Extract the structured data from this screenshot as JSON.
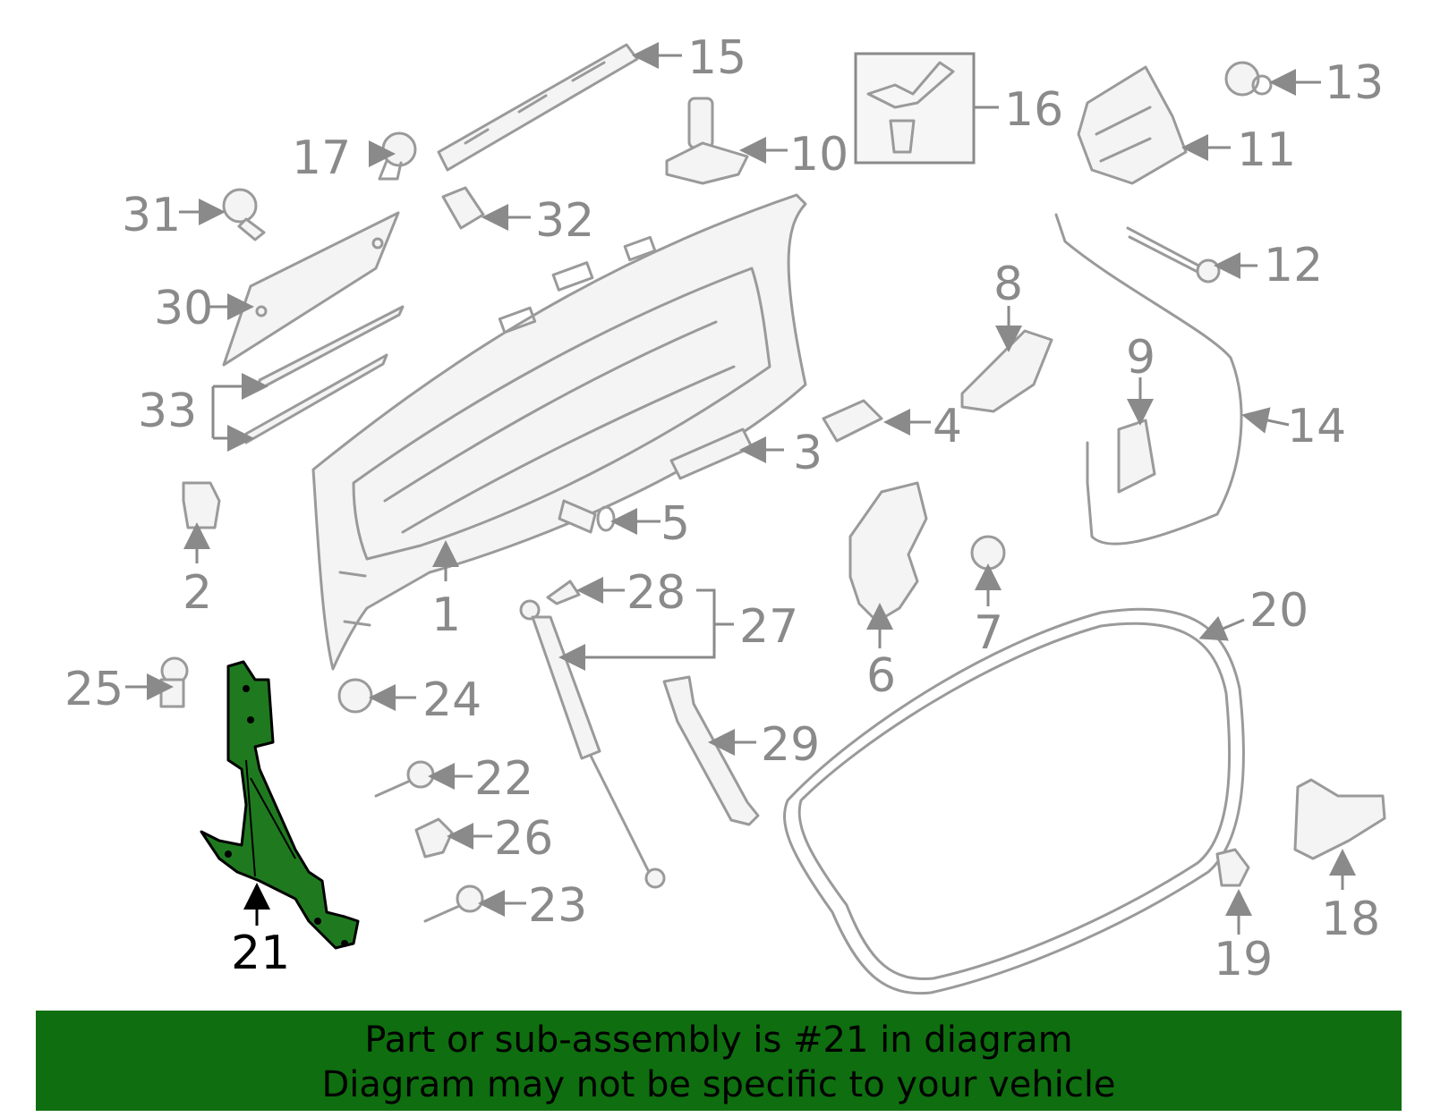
{
  "diagram": {
    "highlight_part": "21",
    "highlight_color": "#1f7a1f",
    "callouts": [
      "1",
      "2",
      "3",
      "4",
      "5",
      "6",
      "7",
      "8",
      "9",
      "10",
      "11",
      "12",
      "13",
      "14",
      "15",
      "16",
      "17",
      "18",
      "19",
      "20",
      "21",
      "22",
      "23",
      "24",
      "25",
      "26",
      "27",
      "28",
      "29",
      "30",
      "31",
      "32",
      "33"
    ]
  },
  "banner": {
    "line1": "Part or sub-assembly is #21 in diagram",
    "line2": "Diagram may not be specific to your vehicle",
    "background": "#0f6e0f"
  }
}
